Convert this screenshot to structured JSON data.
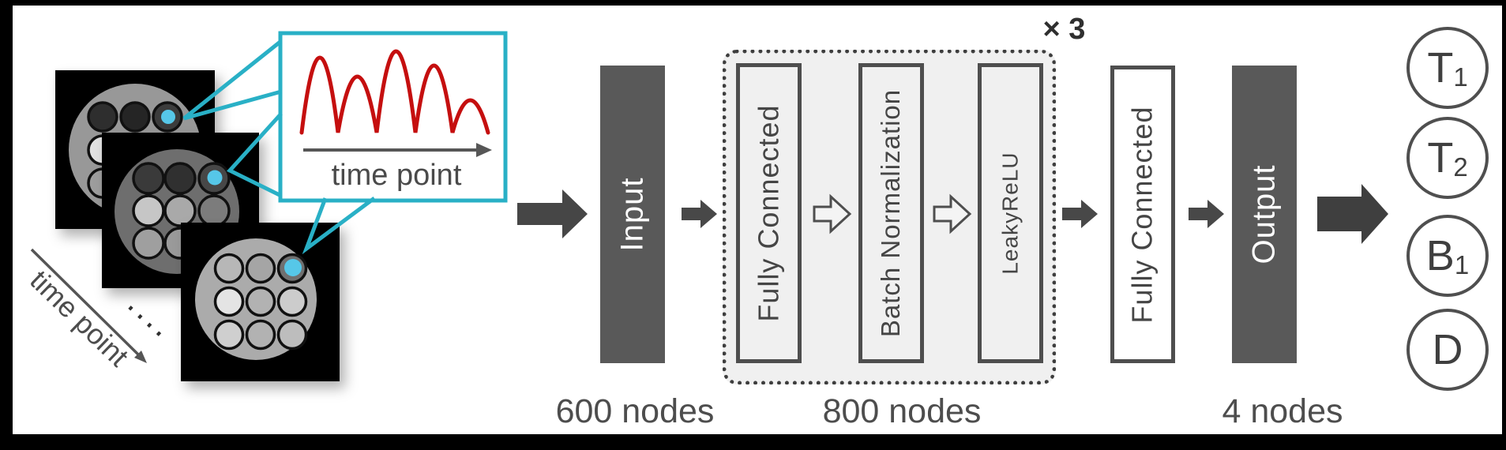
{
  "figure": {
    "source_stack": {
      "axis_label": "time point",
      "ellipsis": "",
      "frame_count": 3
    },
    "callout": {
      "axis_label": "time point"
    },
    "flow": {
      "input": {
        "label": "Input",
        "nodes": "600 nodes"
      },
      "hidden_block": {
        "repeat": "× 3",
        "nodes": "800 nodes",
        "layers": [
          "Fully Connected",
          "Batch Normalization",
          "LeakyReLU"
        ]
      },
      "fc_out": {
        "label": "Fully Connected"
      },
      "output": {
        "label": "Output",
        "nodes": "4 nodes"
      },
      "outputs": [
        {
          "main": "T",
          "sub": "1"
        },
        {
          "main": "T",
          "sub": "2"
        },
        {
          "main": "B",
          "sub": "1"
        },
        {
          "main": "D",
          "sub": ""
        }
      ]
    },
    "colors": {
      "accent_cyan": "#29b0c6",
      "dot_cyan": "#56c7e8",
      "signal_red": "#c50f0f",
      "bar_dark": "#595959",
      "panel_bg": "#f0f0f0",
      "ink": "#4a4a4a"
    }
  }
}
